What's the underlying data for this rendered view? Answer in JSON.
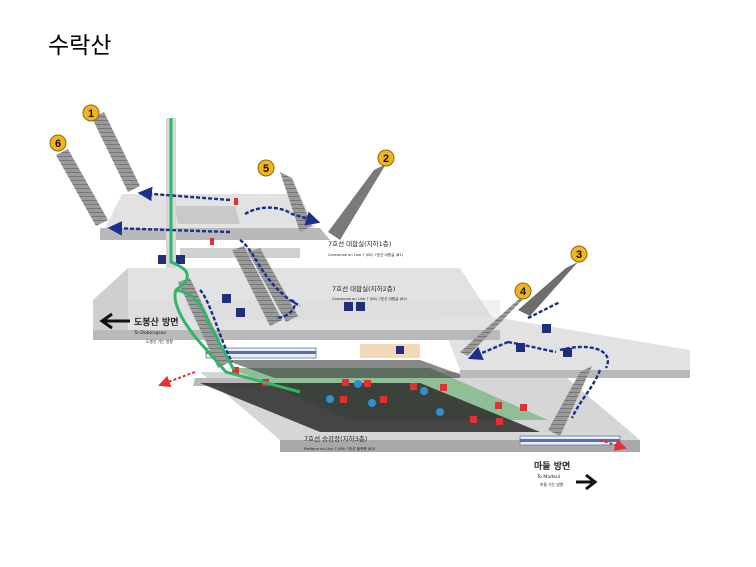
{
  "title": "수락산",
  "exits": [
    "1",
    "2",
    "3",
    "4",
    "5",
    "6"
  ],
  "levels": {
    "b1": {
      "name": "7호선 대합실(지하1층)",
      "sub": "Concourse on Line 7 (B1) 7호선 대합실 (B1)"
    },
    "b2": {
      "name": "7호선 대합실(지하2층)",
      "sub": "Concourse on Line 7 (B2) 7호선 대합실 (B2)"
    },
    "b3": {
      "name": "7호선 승강장(지하3층)",
      "sub": "Platform on Line 7 (B3) 7호선 플랫폼 (B3)"
    }
  },
  "directions": {
    "left": {
      "name": "도봉산 방면",
      "en": "To Dobongsan",
      "sub": "도봉산 가는 방향"
    },
    "right": {
      "name": "마들 방면",
      "en": "To Madeul",
      "sub": "마들 가는 방향"
    }
  },
  "colors": {
    "floor_top": "#e2e2e2",
    "floor_side": "#b9b9b9",
    "platform_green": "#8fbf96",
    "track": "#2b2b2b",
    "exit_yellow": "#f2b41c",
    "route_blue": "#1b2f8c",
    "route_green": "#33b567",
    "facility_red": "#e03232",
    "facility_navy": "#1f2f7a"
  }
}
